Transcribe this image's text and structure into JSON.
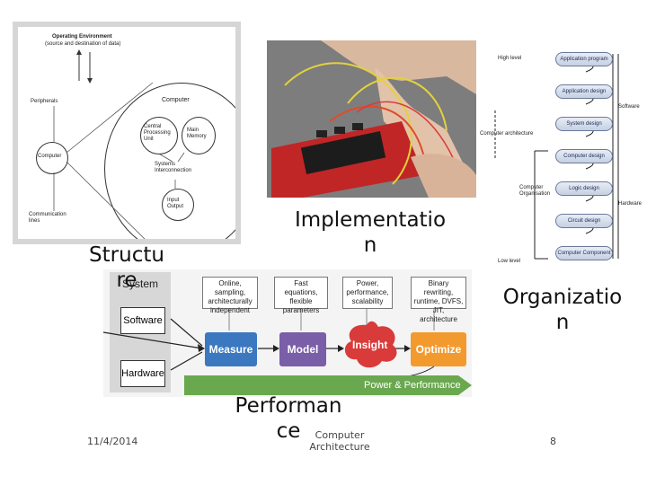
{
  "slide": {
    "captions": {
      "structure": "Structu\nre",
      "implementation": "Implementatio\nn",
      "organization": "Organizatio\nn",
      "performance": "Performan\nce"
    },
    "footer": {
      "date": "11/4/2014",
      "subject": "Computer\nArchitecture",
      "page": "8"
    }
  },
  "structure_diagram": {
    "environment_title": "Operating Environment",
    "environment_sub": "(source and destination of data)",
    "peripherals": "Peripherals",
    "computer_big": "Computer",
    "computer_small": "Computer",
    "cpu": "Central\nProcessing\nUnit",
    "main_memory": "Main\nMemory",
    "systems_interconnection": "Systems\nInterconnection",
    "input_output": "Input\nOutput",
    "communication_lines": "Communication\nlines"
  },
  "organization_diagram": {
    "high_level": "High level",
    "low_level": "Low level",
    "computer_architecture": "Computer architecture",
    "computer_organisation": "Computer\nOrganisation",
    "software": "Software",
    "hardware": "Hardware",
    "levels": [
      "Application program",
      "Application design",
      "System design",
      "Computer design",
      "Logic design",
      "Circuit design",
      "Computer Component"
    ]
  },
  "performance_diagram": {
    "system": "System",
    "software": "Software",
    "hardware": "Hardware",
    "notes": [
      "Online, sampling,\narchitecturally\nindependent",
      "Fast equations,\nflexible\nparameters",
      "Power,\nperformance,\nscalability",
      "Binary rewriting,\nruntime, DVFS,\nJIT, architecture"
    ],
    "measure": "Measure",
    "model": "Model",
    "insight": "Insight",
    "optimize": "Optimize",
    "arrow_label": "Power & Performance"
  },
  "colors": {
    "measure": "#3b78c0",
    "model": "#7a5ea8",
    "insight": "#d93a3a",
    "optimize": "#f39a2e",
    "arrow": "#6aa84f",
    "pill_border": "#6b7a99"
  }
}
